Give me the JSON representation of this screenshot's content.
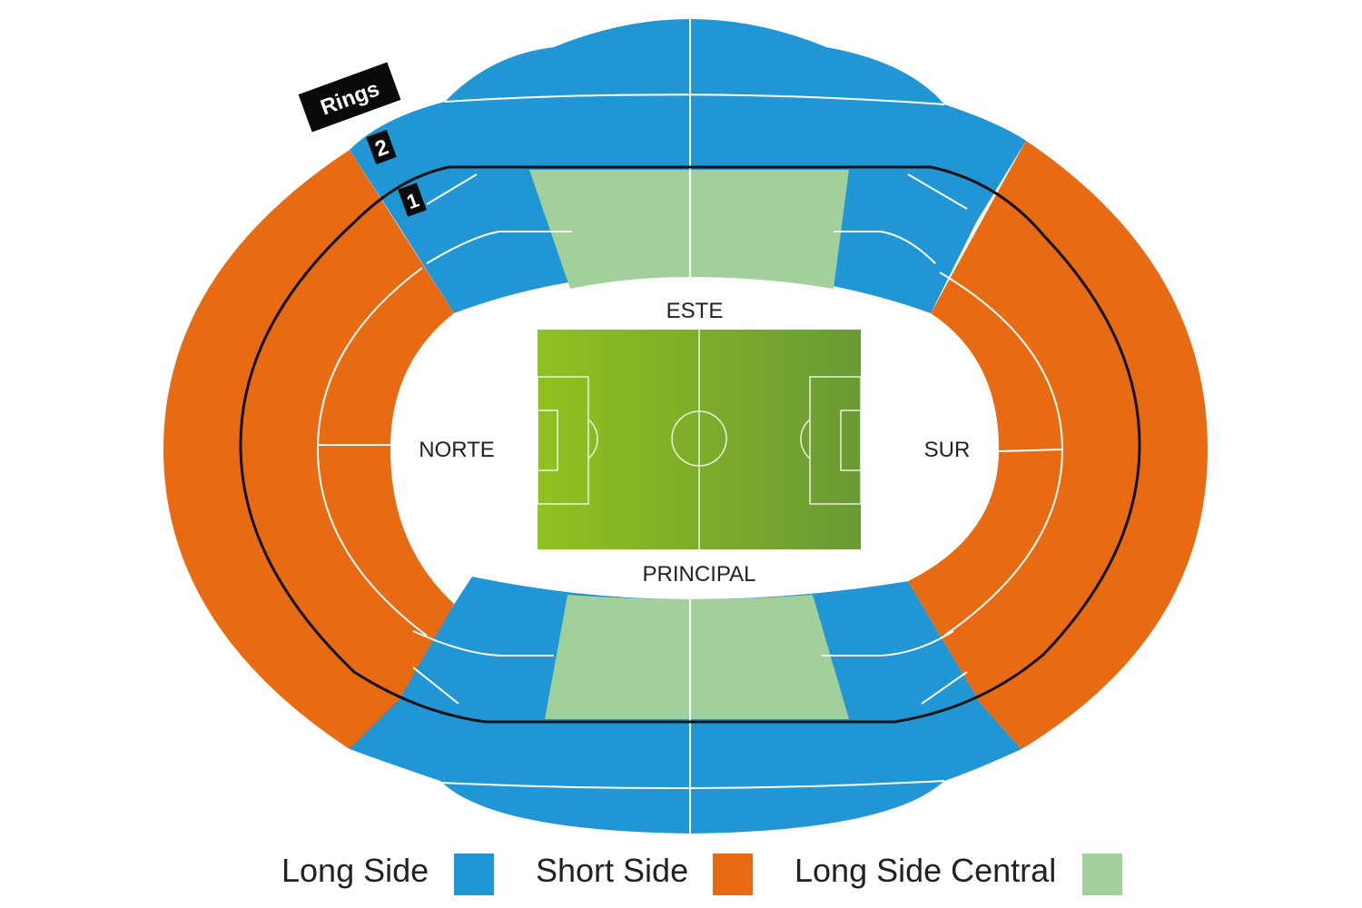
{
  "colors": {
    "long_side": "#2196D5",
    "short_side": "#E86A12",
    "long_side_central": "#A2D09B",
    "pitch_light": "#8FC11F",
    "pitch_dark": "#6A9A34"
  },
  "stands": {
    "north": "NORTE",
    "south": "SUR",
    "east": "ESTE",
    "main": "PRINCIPAL"
  },
  "rings": {
    "title": "Rings",
    "ring1": "1",
    "ring2": "2"
  },
  "legend": [
    {
      "label": "Long Side",
      "color": "#2196D5"
    },
    {
      "label": "Short Side",
      "color": "#E86A12"
    },
    {
      "label": "Long Side Central",
      "color": "#A2D09B"
    }
  ]
}
